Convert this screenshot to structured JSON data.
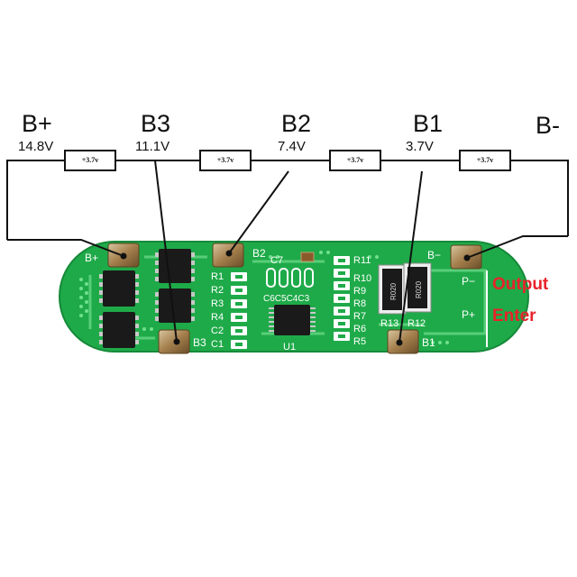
{
  "nodes": [
    {
      "id": "b_plus",
      "name": "B+",
      "voltage": "14.8V"
    },
    {
      "id": "b3",
      "name": "B3",
      "voltage": "11.1V"
    },
    {
      "id": "b2",
      "name": "B2",
      "voltage": "7.4V"
    },
    {
      "id": "b1",
      "name": "B1",
      "voltage": "3.7V"
    },
    {
      "id": "b_minus",
      "name": "B-",
      "voltage": ""
    }
  ],
  "cells": [
    "+3.7v",
    "+3.7v",
    "+3.7v",
    "+3.7v"
  ],
  "board": {
    "pads": {
      "b_plus": "B+",
      "b3": "B3",
      "b2": "B2",
      "b1": "B1",
      "b_minus": "B−",
      "p_minus": "P−",
      "p_plus": "P+"
    },
    "left_resistors": [
      "R1",
      "R2",
      "R3",
      "R4",
      "C2",
      "C1"
    ],
    "right_resistors": [
      "R11",
      "R10",
      "R9",
      "R8",
      "R7",
      "R6",
      "R5"
    ],
    "top_cap": "C7",
    "caps_row": "C6C5C4C3",
    "ic": "U1",
    "shunts": [
      "R020",
      "R020"
    ],
    "shunt_labels": [
      "R13",
      "R12"
    ]
  },
  "labels": {
    "output": "Output",
    "enter": "Enter"
  },
  "colors": {
    "pcb": "#1faa49",
    "trace": "#5fd27f",
    "pad": "#b08c57",
    "wire": "#111111",
    "accent": "#e8232a"
  }
}
